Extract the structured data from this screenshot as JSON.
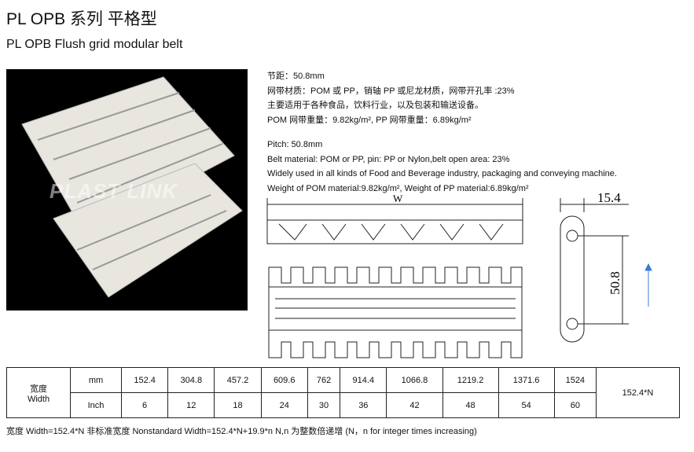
{
  "title_cn": "PL OPB 系列 平格型",
  "title_en": "PL OPB Flush grid modular belt",
  "watermark": "PLAST LINK",
  "specs_cn": [
    "节距：50.8mm",
    "网带材质：POM 或 PP，销轴 PP 或尼龙材质，网带开孔率 :23%",
    "主要适用于各种食品，饮料行业，以及包装和输送设备。",
    "POM 网带重量：9.82kg/m², PP 网带重量：6.89kg/m²"
  ],
  "specs_en": [
    "Pitch: 50.8mm",
    "Belt material: POM or PP,  pin: PP or Nylon,belt open area: 23%",
    "Widely used in all kinds of Food and Beverage industry, packaging and conveying machine.",
    "Weight of POM material:9.82kg/m², Weight of PP material:6.89kg/m²"
  ],
  "drawing": {
    "width_label": "W",
    "dim1": "15.4",
    "dim2": "50.8"
  },
  "table": {
    "label_cn": "宽度",
    "label_en": "Width",
    "unit_mm": "mm",
    "unit_inch": "Inch",
    "mm": [
      "152.4",
      "304.8",
      "457.2",
      "609.6",
      "762",
      "914.4",
      "1066.8",
      "1219.2",
      "1371.6",
      "1524"
    ],
    "inch": [
      "6",
      "12",
      "18",
      "24",
      "30",
      "36",
      "42",
      "48",
      "54",
      "60"
    ],
    "formula": "152.4*N"
  },
  "note": "宽度 Width=152.4*N   非标准宽度 Nonstandard Width=152.4*N+19.9*n   N,n 为整数倍递增 (N，n for integer times increasing)"
}
